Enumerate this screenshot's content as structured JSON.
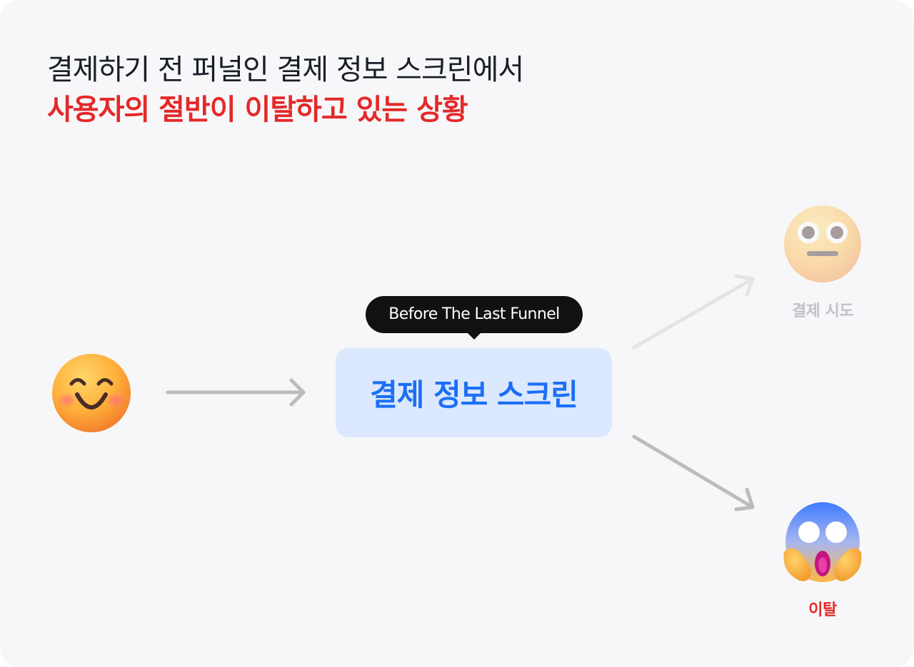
{
  "headline": {
    "line1": "결제하기 전 퍼널인 결제 정보 스크린에서",
    "line2": "사용자의 절반이 이탈하고 있는 상황"
  },
  "funnel": {
    "tooltip": "Before The Last Funnel",
    "screen_label": "결제 정보 스크린",
    "outcome_attempt_label": "결제 시도",
    "outcome_dropout_label": "이탈"
  },
  "icons": {
    "user": "smiling-face-icon",
    "attempt": "neutral-face-icon",
    "dropout": "screaming-face-icon"
  },
  "colors": {
    "background": "#f7f7f9",
    "headline_text": "#191f28",
    "highlight_red": "#e42929",
    "screen_box_bg": "#dbe8fd",
    "screen_box_text": "#1b6ff5",
    "tooltip_bg": "#111111",
    "arrow_gray": "#bcbcbc",
    "faded_gray": "#bfc2c7"
  }
}
